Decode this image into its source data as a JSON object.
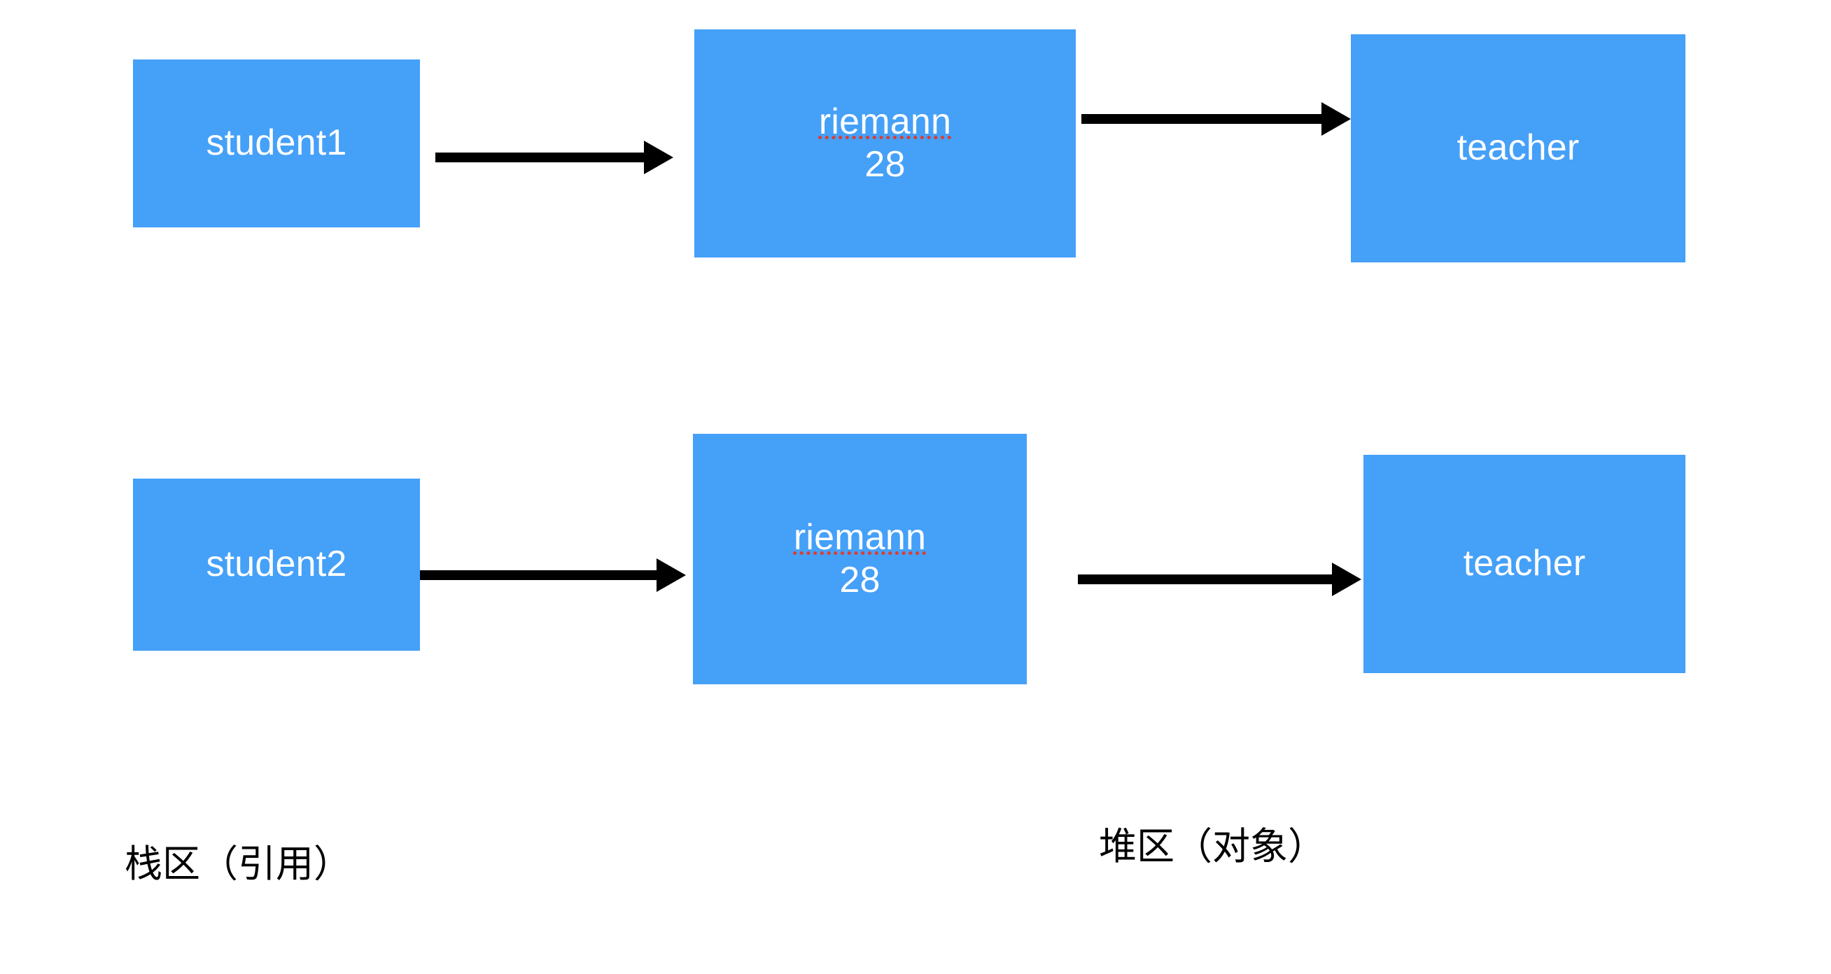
{
  "diagram": {
    "title_text": "",
    "colors": {
      "node_fill": "#45a0f8",
      "node_text": "#ffffff",
      "arrow": "#000000",
      "spellcheck_underline": "#e03c2a",
      "background": "#ffffff",
      "region_label_text": "#000000"
    },
    "rows": [
      {
        "row_id": "row-1",
        "stack_ref": {
          "label": "student1"
        },
        "heap_object": {
          "class_label": "riemann",
          "value_label": "28",
          "misspelled": true
        },
        "target_object": {
          "label": "teacher"
        }
      },
      {
        "row_id": "row-2",
        "stack_ref": {
          "label": "student2"
        },
        "heap_object": {
          "class_label": "riemann",
          "value_label": "28",
          "misspelled": true
        },
        "target_object": {
          "label": "teacher"
        }
      }
    ],
    "arrows": [
      {
        "id": "arrow-student1-to-riemann1",
        "from": "student1",
        "to": "riemann"
      },
      {
        "id": "arrow-riemann1-to-teacher1",
        "from": "riemann",
        "to": "teacher"
      },
      {
        "id": "arrow-student2-to-riemann2",
        "from": "student2",
        "to": "riemann"
      },
      {
        "id": "arrow-riemann2-to-teacher2",
        "from": "riemann",
        "to": "teacher"
      }
    ],
    "region_labels": {
      "stack": "栈区（引用）",
      "heap": "堆区（对象）"
    }
  }
}
